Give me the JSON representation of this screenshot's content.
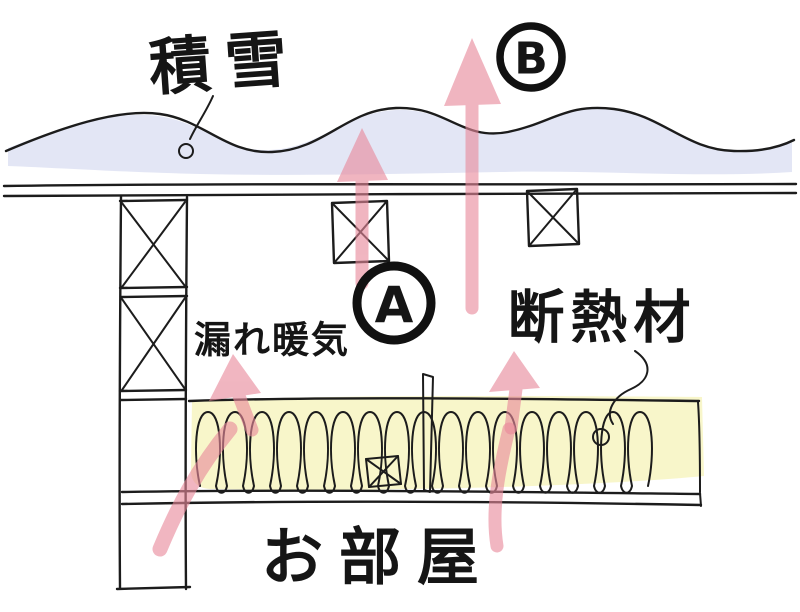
{
  "diagram": {
    "type": "hand-drawn attic insulation sketch",
    "labels": {
      "snow": "積雪",
      "warm_air_leak": "漏れ暖気",
      "insulation": "断熱材",
      "room": "お部屋"
    },
    "markers": {
      "a": "A",
      "b": "B"
    },
    "colors": {
      "ink": "#1c1c1c",
      "arrow_pink": "#e8899b",
      "snow_blue": "#ccd1ec",
      "insulation_yellow": "#f5f2b4",
      "background": "#ffffff"
    }
  }
}
